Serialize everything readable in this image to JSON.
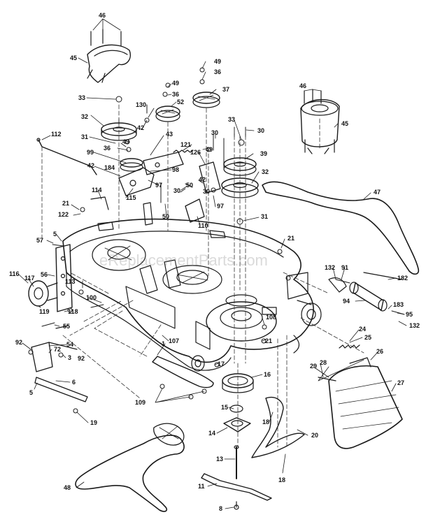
{
  "watermark": "eReplacementParts.com",
  "parts": [
    {
      "id": "p46a",
      "text": "46"
    },
    {
      "id": "p45a",
      "text": "45"
    },
    {
      "id": "p33a",
      "text": "33"
    },
    {
      "id": "p130",
      "text": "130"
    },
    {
      "id": "p49a",
      "text": "49"
    },
    {
      "id": "p36a",
      "text": "36"
    },
    {
      "id": "p52",
      "text": "52"
    },
    {
      "id": "p49b",
      "text": "49"
    },
    {
      "id": "p36b",
      "text": "36"
    },
    {
      "id": "p37",
      "text": "37"
    },
    {
      "id": "p46b",
      "text": "46"
    },
    {
      "id": "p45b",
      "text": "45"
    },
    {
      "id": "p32a",
      "text": "32"
    },
    {
      "id": "p42a",
      "text": "42"
    },
    {
      "id": "p43",
      "text": "43"
    },
    {
      "id": "p33b",
      "text": "33"
    },
    {
      "id": "p30a",
      "text": "30"
    },
    {
      "id": "p30b",
      "text": "30"
    },
    {
      "id": "p112",
      "text": "112"
    },
    {
      "id": "p31a",
      "text": "31"
    },
    {
      "id": "p49c",
      "text": "49"
    },
    {
      "id": "p36c",
      "text": "36"
    },
    {
      "id": "p121",
      "text": "121"
    },
    {
      "id": "p126",
      "text": "126"
    },
    {
      "id": "p49d",
      "text": "49"
    },
    {
      "id": "p39",
      "text": "39"
    },
    {
      "id": "p99",
      "text": "99"
    },
    {
      "id": "p42b",
      "text": "42"
    },
    {
      "id": "p184",
      "text": "184"
    },
    {
      "id": "p98",
      "text": "98"
    },
    {
      "id": "p42c",
      "text": "42"
    },
    {
      "id": "p32b",
      "text": "32"
    },
    {
      "id": "p30c",
      "text": "30"
    },
    {
      "id": "p97a",
      "text": "97"
    },
    {
      "id": "p50a",
      "text": "50"
    },
    {
      "id": "p114",
      "text": "114"
    },
    {
      "id": "p115",
      "text": "115"
    },
    {
      "id": "p30d",
      "text": "30"
    },
    {
      "id": "p97b",
      "text": "97"
    },
    {
      "id": "p47",
      "text": "47"
    },
    {
      "id": "p21a",
      "text": "21"
    },
    {
      "id": "p50b",
      "text": "50"
    },
    {
      "id": "p31b",
      "text": "31"
    },
    {
      "id": "p122",
      "text": "122"
    },
    {
      "id": "p110",
      "text": "110"
    },
    {
      "id": "p5a",
      "text": "5"
    },
    {
      "id": "p21b",
      "text": "21"
    },
    {
      "id": "p57",
      "text": "57"
    },
    {
      "id": "p132a",
      "text": "132"
    },
    {
      "id": "p91",
      "text": "91"
    },
    {
      "id": "p116",
      "text": "116"
    },
    {
      "id": "p56",
      "text": "56"
    },
    {
      "id": "p117",
      "text": "117"
    },
    {
      "id": "p113",
      "text": "113"
    },
    {
      "id": "p182",
      "text": "182"
    },
    {
      "id": "p100",
      "text": "100"
    },
    {
      "id": "p94",
      "text": "94"
    },
    {
      "id": "p183",
      "text": "183"
    },
    {
      "id": "p119",
      "text": "119"
    },
    {
      "id": "p118",
      "text": "118"
    },
    {
      "id": "p95",
      "text": "95"
    },
    {
      "id": "p132b",
      "text": "132"
    },
    {
      "id": "p108",
      "text": "108"
    },
    {
      "id": "p55",
      "text": "55"
    },
    {
      "id": "p24",
      "text": "24"
    },
    {
      "id": "p25",
      "text": "25"
    },
    {
      "id": "p21c",
      "text": "21"
    },
    {
      "id": "p92a",
      "text": "92"
    },
    {
      "id": "p54",
      "text": "54"
    },
    {
      "id": "p1",
      "text": "1"
    },
    {
      "id": "p107",
      "text": "107"
    },
    {
      "id": "p3",
      "text": "3"
    },
    {
      "id": "p72",
      "text": "72"
    },
    {
      "id": "p92b",
      "text": "92"
    },
    {
      "id": "p26",
      "text": "26"
    },
    {
      "id": "p29",
      "text": "29"
    },
    {
      "id": "p28",
      "text": "28"
    },
    {
      "id": "p17",
      "text": "17"
    },
    {
      "id": "p16",
      "text": "16"
    },
    {
      "id": "p6",
      "text": "6"
    },
    {
      "id": "p5b",
      "text": "5"
    },
    {
      "id": "p27",
      "text": "27"
    },
    {
      "id": "p109",
      "text": "109"
    },
    {
      "id": "p15",
      "text": "15"
    },
    {
      "id": "p19",
      "text": "19"
    },
    {
      "id": "p18a",
      "text": "18"
    },
    {
      "id": "p14",
      "text": "14"
    },
    {
      "id": "p20",
      "text": "20"
    },
    {
      "id": "p13",
      "text": "13"
    },
    {
      "id": "p18b",
      "text": "18"
    },
    {
      "id": "p48",
      "text": "48"
    },
    {
      "id": "p11",
      "text": "11"
    },
    {
      "id": "p8",
      "text": "8"
    }
  ]
}
